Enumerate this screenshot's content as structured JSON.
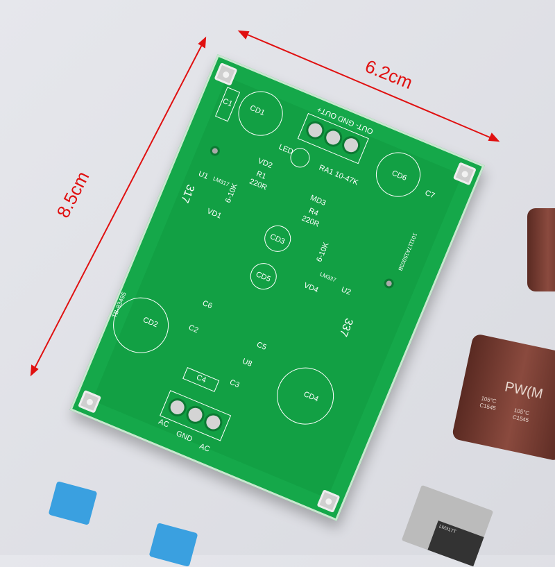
{
  "dimensions": {
    "width_label": "6.2cm",
    "height_label": "8.5cm"
  },
  "board": {
    "labels": {
      "c1": "C1",
      "cd1": "CD1",
      "out": "OUT- GND OUT+",
      "led": "LED",
      "ra1": "RA1 10-47K",
      "vd2": "VD2",
      "r1": "R1",
      "r1_val": "220R",
      "vd3": "MD3",
      "r4": "R4",
      "r4_val": "220R",
      "cd6": "CD6",
      "c7": "C7",
      "u1": "U1",
      "lm317": "LM317",
      "n317": "317",
      "vd1": "VD1",
      "pot1": "6-10K",
      "cd3": "CD3",
      "pot2": "6-10K",
      "cd5": "CD5",
      "vd4": "VD4",
      "lm337": "LM337",
      "u2": "U2",
      "n337": "337",
      "tb": "TB-83495",
      "cd2": "CD2",
      "c6": "C6",
      "c5": "C5",
      "c2": "C2",
      "c3": "C3",
      "u8": "U8",
      "c4": "C4",
      "cd4": "CD4",
      "ac1": "AC",
      "gnd": "GND",
      "ac2": "AC",
      "serial": "101117A15003B"
    }
  },
  "capacitor_print": {
    "brand": "PW(M",
    "temp1": "105°C",
    "code1": "C1545",
    "temp2": "105°C",
    "code2": "C1545"
  },
  "regulator_print": "LM317T"
}
